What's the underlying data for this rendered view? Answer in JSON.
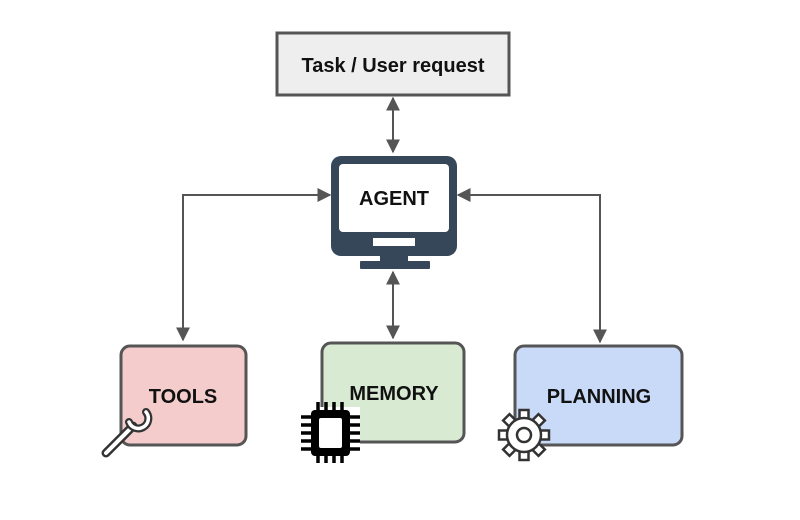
{
  "diagram": {
    "task": "Task / User request",
    "agent": "AGENT",
    "tools": "TOOLS",
    "memory": "MEMORY",
    "planning": "PLANNING"
  },
  "colors": {
    "task_fill": "#eeeeee",
    "monitor": "#37475a",
    "tools_fill": "#f4cccc",
    "memory_fill": "#d9ead3",
    "planning_fill": "#c9daf8",
    "border": "#555555",
    "arrow": "#555555"
  },
  "icons": [
    "wrench-icon",
    "chip-icon",
    "gear-icon",
    "monitor-icon"
  ]
}
